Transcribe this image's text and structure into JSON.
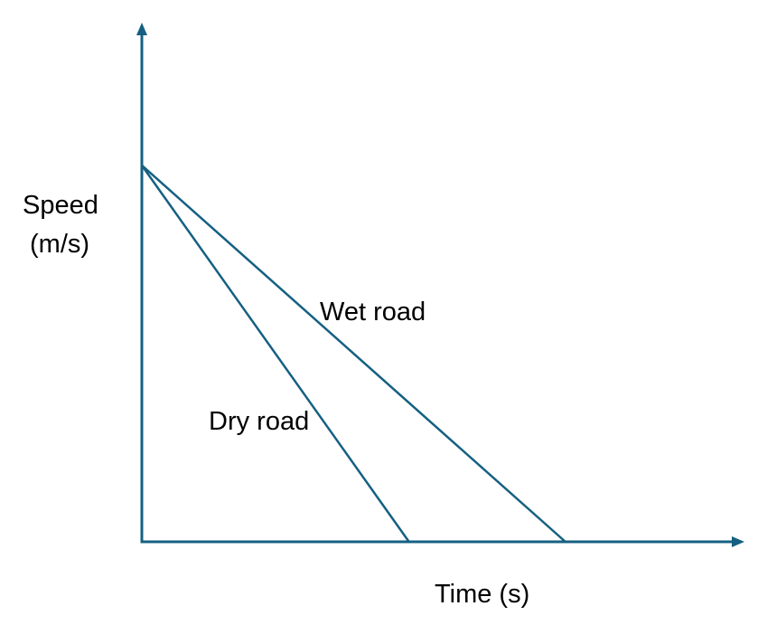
{
  "chart_data": {
    "type": "line",
    "title": "",
    "xlabel": "Time (s)",
    "ylabel_lines": [
      "Speed",
      "(m/s)"
    ],
    "xlim": [
      0,
      10
    ],
    "ylim": [
      0,
      10
    ],
    "axis_ticks": "none",
    "grid": false,
    "color": "#156082",
    "series": [
      {
        "name": "Dry road",
        "x": [
          0,
          4.44
        ],
        "y": [
          7.25,
          0
        ]
      },
      {
        "name": "Wet road",
        "x": [
          0,
          7.04
        ],
        "y": [
          7.25,
          0
        ]
      }
    ],
    "annotations": [
      "Wet road",
      "Dry road"
    ]
  }
}
